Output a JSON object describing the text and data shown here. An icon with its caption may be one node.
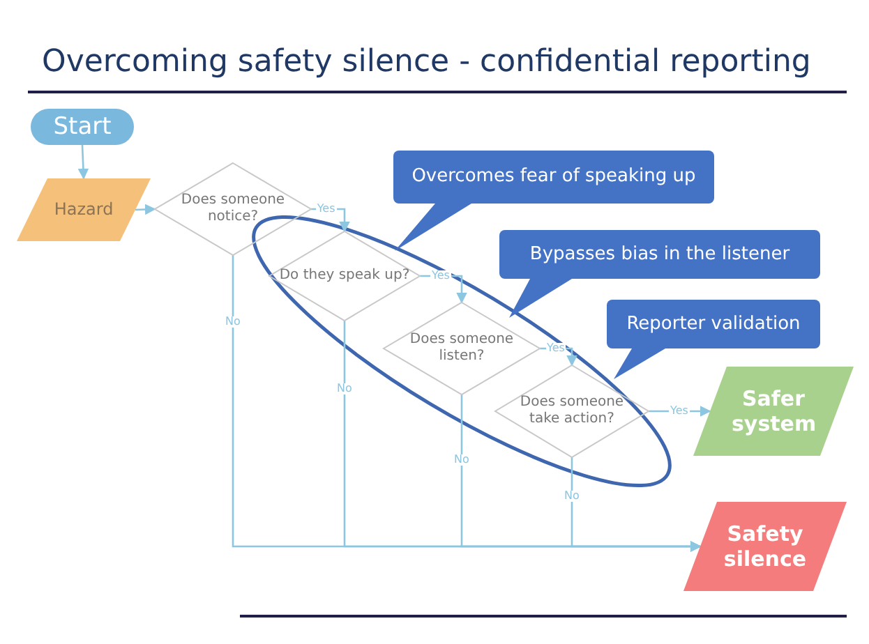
{
  "diagram": {
    "title": "Overcoming safety silence - confidential reporting",
    "nodes": [
      {
        "text": [
          "Start"
        ]
      },
      {
        "text": [
          "Hazard"
        ]
      },
      {
        "text": [
          "Does someone notice?"
        ]
      },
      {
        "text": [
          "Do they speak up?"
        ]
      },
      {
        "text": [
          "Does someone listen?"
        ]
      },
      {
        "text": [
          "Does someone take action?"
        ]
      },
      {
        "text": [
          "Safer system"
        ]
      },
      {
        "text": [
          "Safety silence"
        ]
      },
      {
        "text": [
          "Overcomes fear of speaking up"
        ]
      },
      {
        "text": [
          "Bypasses bias in the listener"
        ]
      },
      {
        "text": [
          "Reporter validation"
        ]
      }
    ],
    "edges": [
      {
        "from": 0,
        "to": 1,
        "arrow": "to"
      },
      {
        "from": 1,
        "to": 2,
        "arrow": "to"
      },
      {
        "from": 2,
        "to": 3,
        "arrow": "to",
        "label": "Yes"
      },
      {
        "from": 3,
        "to": 4,
        "arrow": "to",
        "label": "Yes"
      },
      {
        "from": 4,
        "to": 5,
        "arrow": "to",
        "label": "Yes"
      },
      {
        "from": 5,
        "to": 6,
        "arrow": "to",
        "label": "Yes"
      },
      {
        "from": 2,
        "to": 7,
        "arrow": "to",
        "label": "No"
      },
      {
        "from": 3,
        "to": 7,
        "arrow": "to",
        "label": "No"
      },
      {
        "from": 4,
        "to": 7,
        "arrow": "to",
        "label": "No"
      },
      {
        "from": 5,
        "to": 7,
        "arrow": "to",
        "label": "No"
      }
    ]
  }
}
